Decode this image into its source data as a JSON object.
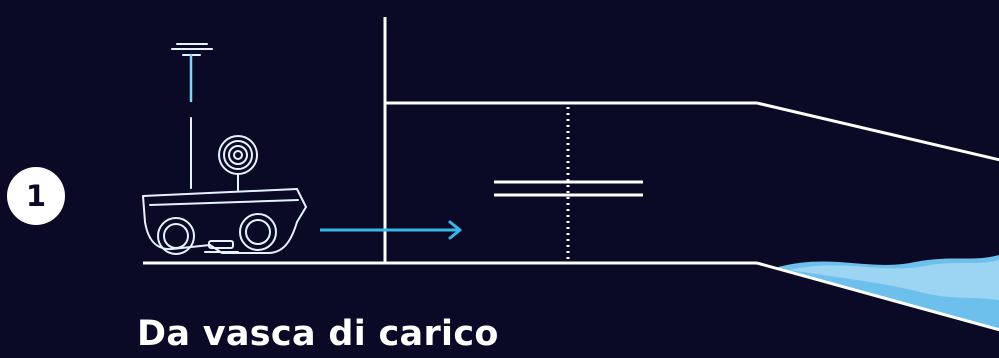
{
  "step": {
    "number": "1"
  },
  "caption": {
    "text": "Da vasca di carico"
  },
  "colors": {
    "background": "#0a0a26",
    "line": "#ffffff",
    "arrow": "#38b6e8",
    "water_light": "#a5d8f5",
    "water_mid": "#6ec0ec",
    "robot_accent": "#7fd3f5"
  },
  "icons": [
    "robot-rover-icon",
    "gnss-antenna-icon",
    "signal-dish-icon",
    "flow-arrow-icon",
    "valve-symbol-icon",
    "water-wave"
  ]
}
